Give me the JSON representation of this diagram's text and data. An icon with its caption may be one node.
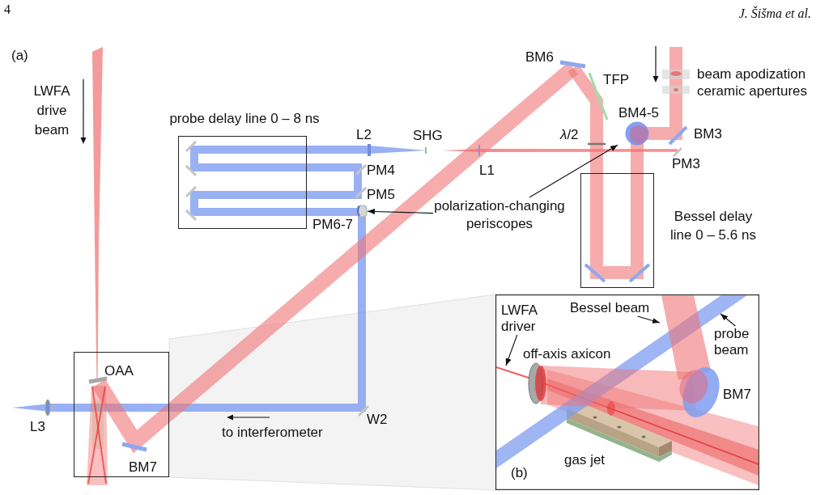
{
  "diagram": {
    "nodes": [
      {
        "text": [
          "probe delay line 0 – 8 ns"
        ]
      },
      {
        "text": [
          "BM4-5"
        ]
      },
      {
        "text": [
          "PM6-7"
        ]
      },
      {
        "text": [
          "polarization-changing periscopes"
        ]
      },
      {
        "text": [
          "Bessel delay line 0 – 5.6 ns"
        ]
      },
      {
        "text": [],
        "shape": "box"
      },
      {
        "text": [
          "(b)"
        ]
      },
      {
        "text": [
          "LWFA driver"
        ],
        "in": 6
      },
      {
        "text": [
          "Bessel beam"
        ],
        "in": 6
      },
      {
        "text": [
          "probe beam"
        ],
        "in": 6
      }
    ],
    "edges": [
      {
        "from": 3,
        "to": 2,
        "arrow": "to"
      },
      {
        "from": 3,
        "to": 1,
        "arrow": "to"
      },
      {
        "from": 7,
        "to": null,
        "arrow": "to"
      },
      {
        "from": 8,
        "to": null,
        "arrow": "to"
      },
      {
        "from": 9,
        "to": null,
        "arrow": "to"
      }
    ],
    "labels": [
      "4",
      "J. Šišma et al.",
      "(a)",
      "LWFA drive beam",
      "BM6",
      "TFP",
      "beam apodization ceramic apertures",
      "L2",
      "SHG",
      "*λ*/2",
      "BM3",
      "PM3",
      "PM4",
      "L1",
      "PM5",
      "OAA",
      "W2",
      "L3",
      "to interferometer",
      "BM7",
      "off-axis axicon",
      "BM7",
      "gas jet"
    ]
  }
}
